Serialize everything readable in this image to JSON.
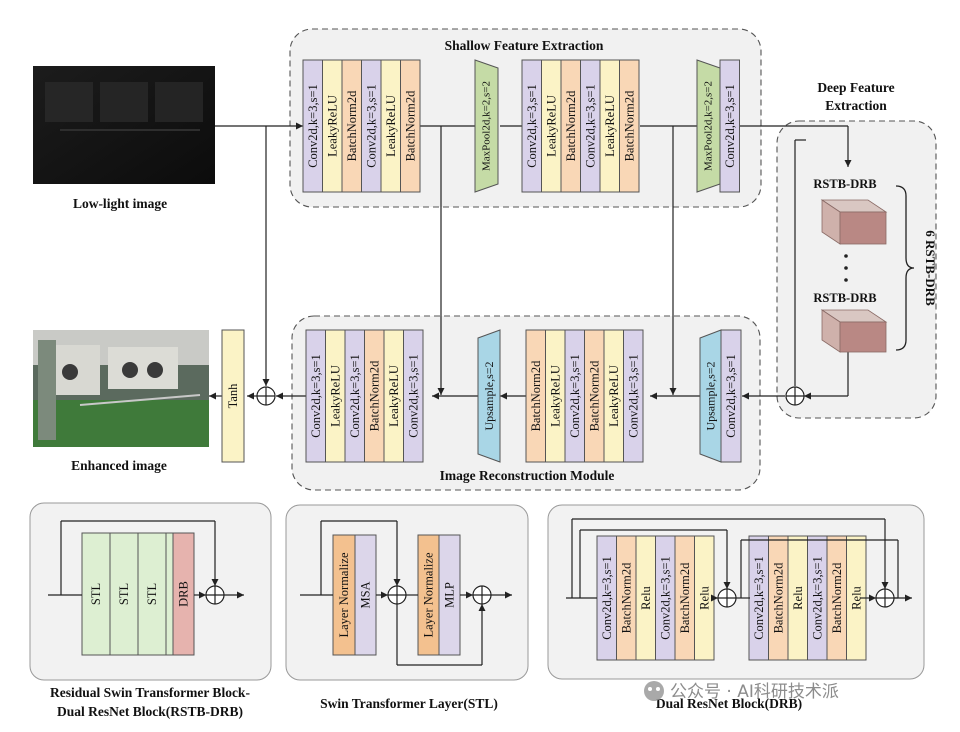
{
  "modules": {
    "shallow_title": "Shallow Feature Extraction",
    "deep_title_line1": "Deep Feature",
    "deep_title_line2": "Extraction",
    "recon_title": "Image Reconstruction Module",
    "rstb_repeat": "6 RSTB-DRB",
    "rstb_block": "RSTB-DRB"
  },
  "images": {
    "input_caption": "Low-light image",
    "output_caption": "Enhanced image"
  },
  "layers": {
    "conv": "Conv2d,k=3,s=1",
    "lrelu": "LeakyReLU",
    "bn": "BatchNorm2d",
    "pool": "MaxPool2d,k=2,s=2",
    "up": "Upsample,s=2",
    "tanh": "Tanh",
    "stl": "STL",
    "drb": "DRB",
    "ln": "Layer Normalize",
    "msa": "MSA",
    "mlp": "MLP",
    "relu": "Relu"
  },
  "captions": {
    "rstb_line1": "Residual Swin Transformer Block-",
    "rstb_line2": "Dual ResNet Block(RSTB-DRB)",
    "stl": "Swin Transformer Layer(STL)",
    "drb": "Dual ResNet Block(DRB)"
  },
  "watermark": "公众号 · AI科研技术派",
  "colors": {
    "conv": "#d9d2ea",
    "lrelu": "#fbf3c6",
    "bn": "#f9d7b6",
    "pool": "#c5dba6",
    "up": "#a9d6e6",
    "tanh": "#fbf3c6",
    "stl": "#ddefd2",
    "drb": "#e6b3ae",
    "ln": "#f3c18f",
    "msa": "#dcd6ea",
    "mlp": "#dcd6ea",
    "relu": "#fbf3c6",
    "panel": "#f2f2f2",
    "dashed_panel": "#f1f1f1"
  }
}
